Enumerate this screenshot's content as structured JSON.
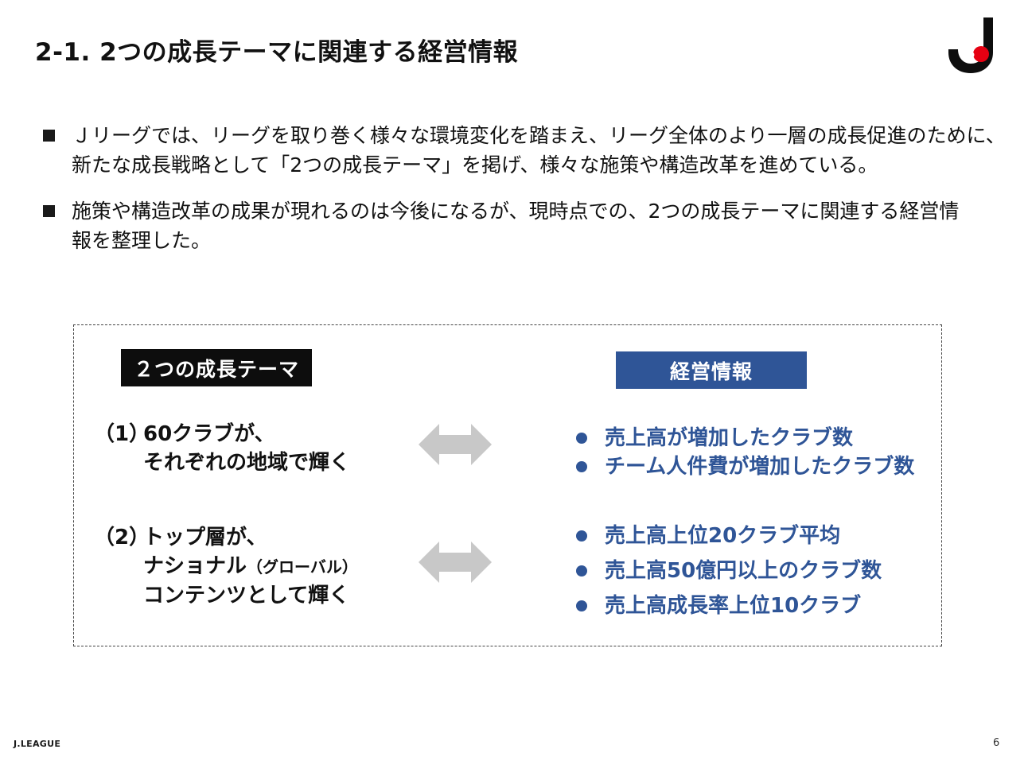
{
  "slide": {
    "title": "2-1. 2つの成長テーマに関連する経営情報",
    "page_number": "6",
    "footer_logo": "J.LEAGUE"
  },
  "bullets": [
    {
      "line1": "Ｊリーグでは、リーグを取り巻く様々な環境変化を踏まえ、リーグ全体のより一層の成長促進のために、",
      "line2": "新たな成長戦略として「2つの成長テーマ」を掲げ、様々な施策や構造改革を進めている。"
    },
    {
      "line1": "施策や構造改革の成果が現れるのは今後になるが、現時点での、2つの成長テーマに関連する経営情",
      "line2": "報を整理した。"
    }
  ],
  "diagram": {
    "left_header": "２つの成長テーマ",
    "right_header": "経営情報",
    "theme1": {
      "number": "（1）",
      "line1": "60クラブが、",
      "line2": "それぞれの地域で輝く"
    },
    "theme2": {
      "number": "（2）",
      "line1": "トップ層が、",
      "line2_main": "ナショナル",
      "line2_small": "（グローバル）",
      "line3": "コンテンツとして輝く"
    },
    "info1": [
      "売上高が増加したクラブ数",
      "チーム人件費が増加したクラブ数"
    ],
    "info2": [
      "売上高上位20クラブ平均",
      "売上高50億円以上のクラブ数",
      "売上高成長率上位10クラブ"
    ]
  },
  "colors": {
    "accent_blue": "#2f5597",
    "arrow_gray": "#c8c8c8",
    "logo_red": "#e60012",
    "header_black": "#0d0d0d"
  }
}
